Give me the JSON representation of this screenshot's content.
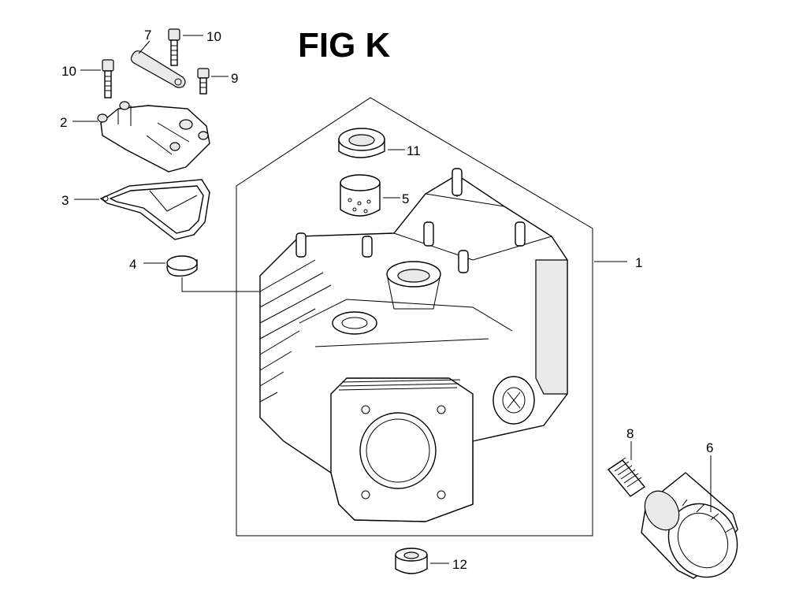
{
  "title": "FIG K",
  "callouts": {
    "p1": "1",
    "p2": "2",
    "p3": "3",
    "p4": "4",
    "p5": "5",
    "p6": "6",
    "p7": "7",
    "p8": "8",
    "p9": "9",
    "p10a": "10",
    "p10b": "10",
    "p11": "11",
    "p12": "12"
  },
  "parts": [
    {
      "id": "p1",
      "icon": "crankcase"
    },
    {
      "id": "p2",
      "icon": "breather-cover"
    },
    {
      "id": "p3",
      "icon": "gasket"
    },
    {
      "id": "p4",
      "icon": "plug"
    },
    {
      "id": "p5",
      "icon": "bushing"
    },
    {
      "id": "p6",
      "icon": "oil-filter"
    },
    {
      "id": "p7",
      "icon": "bracket"
    },
    {
      "id": "p8",
      "icon": "stud"
    },
    {
      "id": "p9",
      "icon": "bolt"
    },
    {
      "id": "p10",
      "icon": "bolt"
    },
    {
      "id": "p11",
      "icon": "oil-seal"
    },
    {
      "id": "p12",
      "icon": "plug"
    }
  ]
}
